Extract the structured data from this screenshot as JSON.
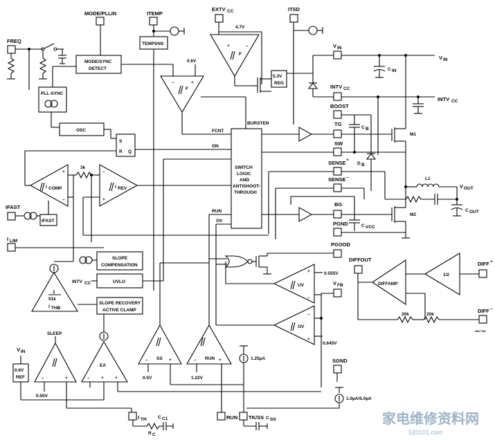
{
  "pins": {
    "mode_pllin": "MODE/PLLIN",
    "itemp": "ITEMP",
    "extvcc": "EXTV",
    "extvcc_sub": "CC",
    "itsd": "ITSD",
    "freq": "FREQ",
    "vin_pin": "V",
    "vin_pin_sub": "IN",
    "vin_rail": "V",
    "vin_rail_sub": "IN",
    "intvcc_pin": "INTV",
    "intvcc_pin_sub": "CC",
    "intvcc_rail": "INTV",
    "intvcc_rail_sub": "CC",
    "boost": "BOOST",
    "tg": "TG",
    "sw": "SW",
    "sense_p": "SENSE",
    "sense_p_sup": "+",
    "sense_n": "SENSE",
    "sense_n_sup": "–",
    "bg": "BG",
    "pgnd": "PGND",
    "pgood": "PGOOD",
    "diffout": "DIFFOUT",
    "vfb": "V",
    "vfb_sub": "FB",
    "sgnd": "SGND",
    "ifast": "IFAST",
    "ilim": "I",
    "ilim_sub": "LIM",
    "vout": "V",
    "vout_sub": "OUT",
    "diffp": "DIFF",
    "diffp_sup": "+",
    "diffn": "DIFF",
    "diffn_sup": "–",
    "ith": "I",
    "ith_sub": "TH",
    "run": "RUN",
    "tkss": "TK/SS"
  },
  "blocks": {
    "mode_sync": [
      "MODE/SYNC",
      "DETECT"
    ],
    "tempsns": "TEMPSNS",
    "pll_sync": "PLL-SYNC",
    "osc": "OSC",
    "sr_s": "S",
    "sr_r": "R",
    "sr_q": "Q",
    "reg": [
      "5.3V",
      "REG"
    ],
    "switch_logic": [
      "SWITCH",
      "LOGIC",
      "AND",
      "ANTISHOOT-",
      "THROUGH"
    ],
    "ifast_box": "IFAST",
    "slope_comp": [
      "SLOPE",
      "COMPENSATION"
    ],
    "uvlo": "UVLO",
    "slope_recovery": [
      "SLOPE RECOVERY",
      "ACTIVE CLAMP"
    ],
    "ref": [
      "0.6V",
      "REF"
    ],
    "diffamp": "DIFFAMP",
    "half": "1/2"
  },
  "amplifiers": {
    "f1": "F",
    "f2": "F",
    "icomp": "I",
    "icomp_sub": "COMP",
    "irev": "I",
    "irev_sub": "REV",
    "ithb_num": "1",
    "ithb_den": "51k",
    "ithb": "I",
    "ithb_sub": "THB",
    "sleep": "SLEEP",
    "ea": "EA",
    "ss": "SS",
    "run_amp": "RUN",
    "uv": "UV",
    "ov": "OV"
  },
  "signals": {
    "on": "ON",
    "fcnt": "FCNT",
    "burst_en": "BURSTEN",
    "run_sig": "RUN",
    "ov_sig": "OV",
    "intvcc_label": "INTV",
    "intvcc_label_sub": "CC"
  },
  "values": {
    "v47": "4.7V",
    "v06": "0.6V",
    "r3k": "3k",
    "v0555": "0.555V",
    "v0645": "0.645V",
    "v055": "0.55V",
    "v05": "0.5V",
    "v122": "1.22V",
    "i125": "1.25µA",
    "i10_50": "1.0µA/5.0µA",
    "r20k_a": "20k",
    "r20k_b": "20k",
    "m1": "M1",
    "m2": "M2",
    "l1": "L1",
    "cin": "C",
    "cin_sub": "IN",
    "cb": "C",
    "cb_sub": "B",
    "db": "D",
    "db_sub": "B",
    "cvcc": "C",
    "cvcc_sub": "VCC",
    "cout": "C",
    "cout_sub": "OUT",
    "rc": "R",
    "rc_sub": "C",
    "cc1": "C",
    "cc1_sub": "C1",
    "css": "C",
    "css_sub": "SS",
    "fig_no": "3867 BD"
  },
  "watermark": {
    "text": "家电维修资料网",
    "url": "520101.com"
  }
}
